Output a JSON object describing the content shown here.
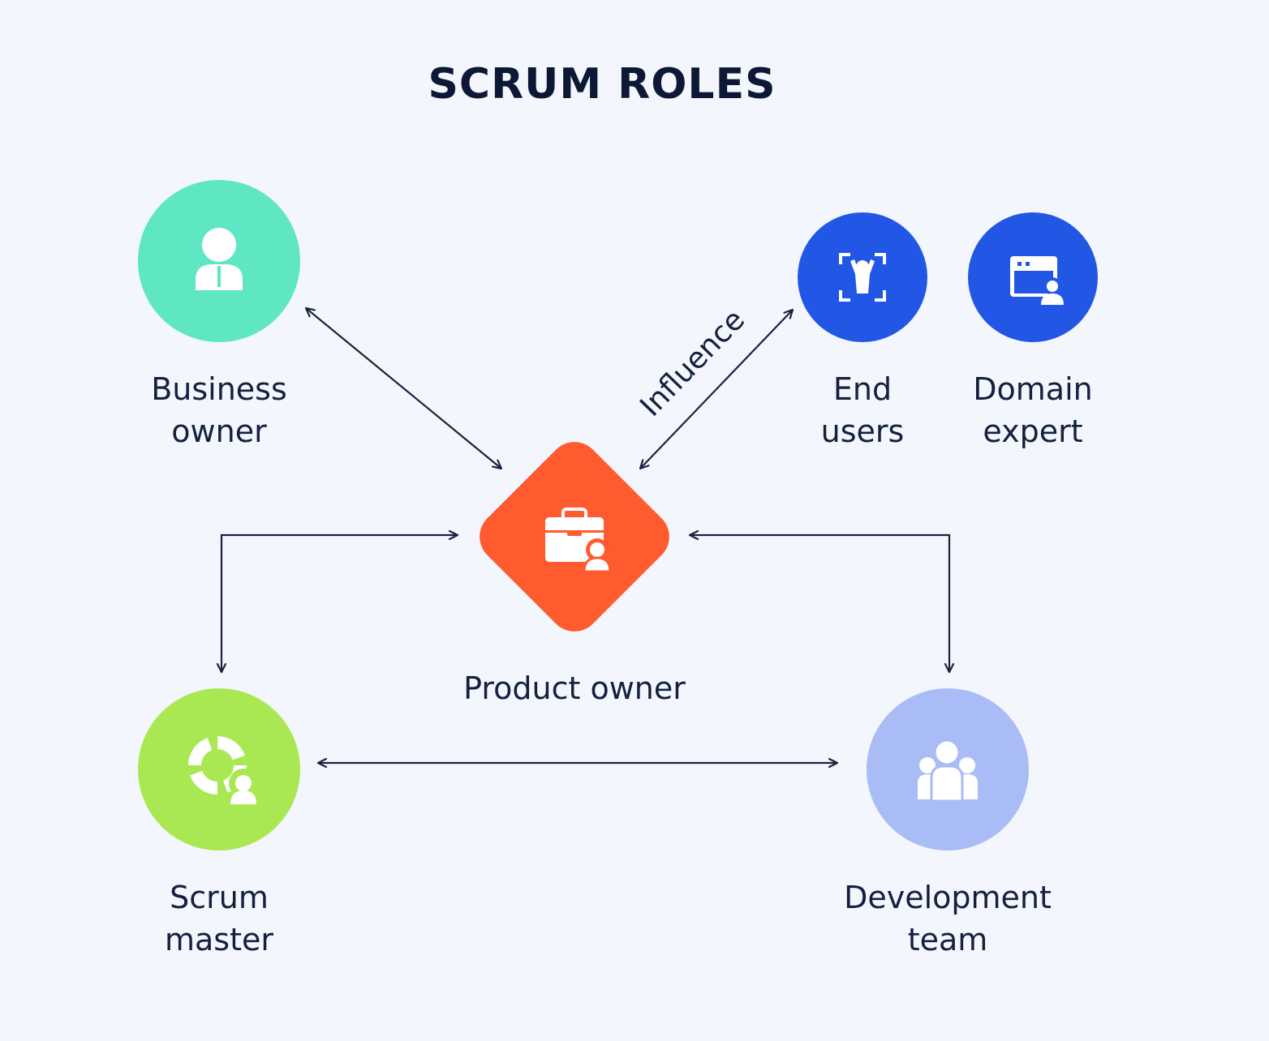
{
  "title": "SCRUM ROLES",
  "edge_label": "Influence",
  "colors": {
    "background": "#f3f7fd",
    "business_owner": "#5fe6c2",
    "end_users": "#2257e6",
    "domain_expert": "#2257e6",
    "product_owner": "#ff5b2e",
    "scrum_master": "#aae853",
    "development_team": "#a9bcf5",
    "text": "#14203e",
    "arrow": "#1a2240"
  },
  "roles": {
    "business_owner": {
      "line1": "Business",
      "line2": "owner",
      "icon": "businessman-icon"
    },
    "end_users": {
      "line1": "End",
      "line2": "users",
      "icon": "user-focus-icon"
    },
    "domain_expert": {
      "line1": "Domain",
      "line2": "expert",
      "icon": "browser-user-icon"
    },
    "product_owner": {
      "line1": "Product owner",
      "icon": "briefcase-user-icon"
    },
    "scrum_master": {
      "line1": "Scrum",
      "line2": "master",
      "icon": "cycle-user-icon"
    },
    "development_team": {
      "line1": "Development",
      "line2": "team",
      "icon": "team-icon"
    }
  }
}
